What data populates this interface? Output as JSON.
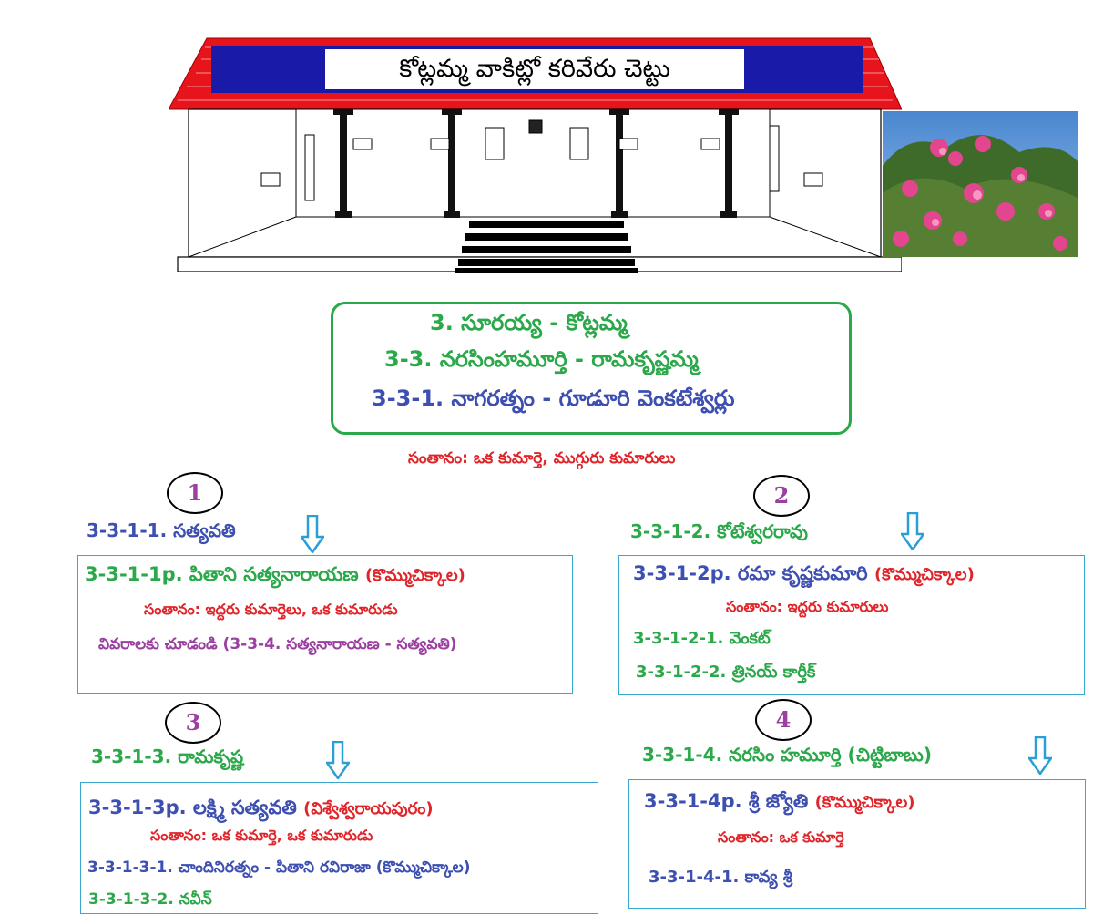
{
  "banner": {
    "title": "కోట్లమ్మ వాకిట్లో కరివేరు చెట్టు"
  },
  "header_box": {
    "line1": "3. సూరయ్య - కోట్లమ్మ",
    "line2": "3-3. నరసింహమూర్తి - రామకృష్ణమ్మ",
    "line3": "3-3-1. నాగరత్నం - గూడూరి వెంకటేశ్వర్లు"
  },
  "children_summary": "సంతానం: ఒక కుమార్తె, ముగ్గురు కుమారులు",
  "branches": [
    {
      "number": "1",
      "name": "3-3-1-1. సత్యవతి",
      "spouse_code": "3-3-1-1p. పితాని సత్యనారాయణ",
      "spouse_place": "(కొమ్ముచిక్కాల)",
      "children": "సంతానం: ఇద్దరు కుమార్తెలు, ఒక కుమారుడు",
      "note": "వివరాలకు చూడండి (3-3-4. సత్యనారాయణ - సత్యవతి)"
    },
    {
      "number": "2",
      "name": "3-3-1-2. కోటేశ్వరరావు",
      "spouse_code": "3-3-1-2p. రమా కృష్ణకుమారి",
      "spouse_place": "(కొమ్ముచిక్కాల)",
      "children": "సంతానం: ఇద్దరు కుమారులు",
      "items": [
        "3-3-1-2-1. వెంకట్",
        "3-3-1-2-2. త్రినయ్ కార్తీక్"
      ]
    },
    {
      "number": "3",
      "name": "3-3-1-3. రామకృష్ణ",
      "spouse_code": "3-3-1-3p. లక్ష్మి సత్యవతి",
      "spouse_place": "(విశ్వేశ్వరాయపురం)",
      "children": "సంతానం: ఒక కుమార్తె, ఒక కుమారుడు",
      "items": [
        "3-3-1-3-1. చాందినిరత్నం - పితాని రవిరాజా (కొమ్ముచిక్కాల)",
        "3-3-1-3-2. నవీన్"
      ]
    },
    {
      "number": "4",
      "name": "3-3-1-4. నరసిం హమూర్తి (చిట్టిబాబు)",
      "spouse_code": "3-3-1-4p. శ్రీ జ్యోతి",
      "spouse_place": "(కొమ్ముచిక్కాల)",
      "children": "సంతానం: ఒక కుమార్తె",
      "items": [
        "3-3-1-4-1. కావ్య శ్రీ"
      ]
    }
  ],
  "colors": {
    "roof": "#e8141c",
    "banner_band": "#1a1aa8",
    "green": "#2aa84a",
    "blue": "#3d4fb0",
    "red": "#e0252a",
    "purple": "#9b3fa0",
    "box_border": "#38a8cf",
    "arrow": "#2a9fd6"
  }
}
